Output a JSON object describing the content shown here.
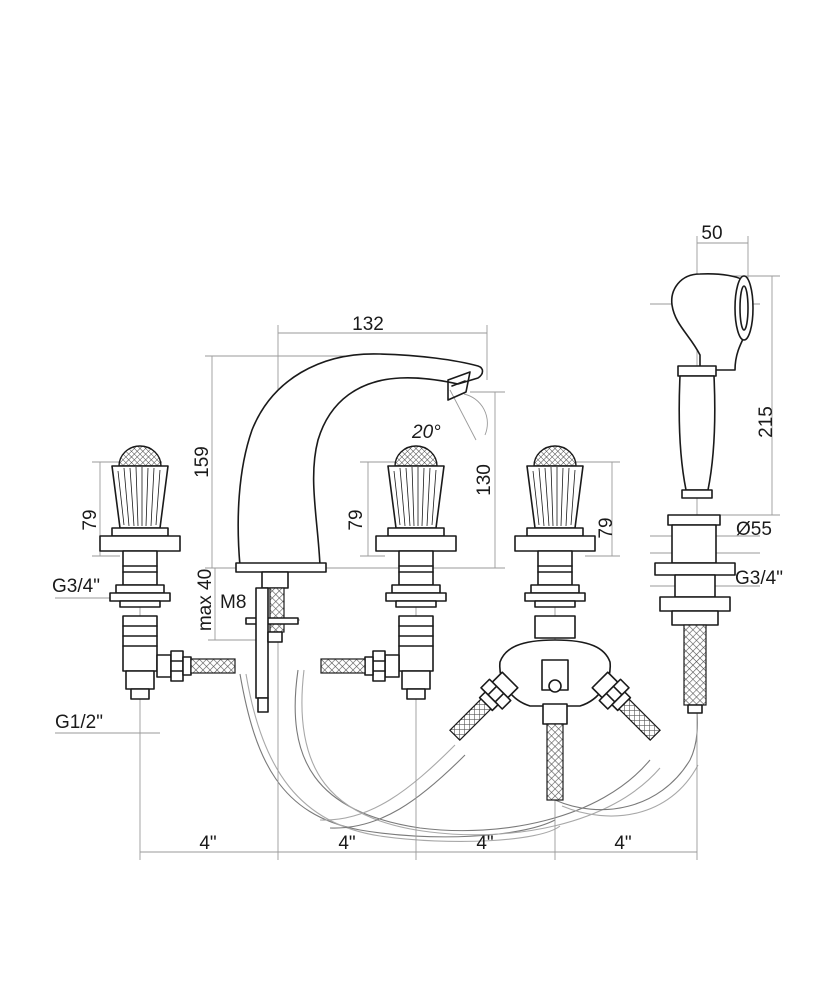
{
  "dimensions": {
    "spout_reach": "132",
    "spout_height": "159",
    "outlet_height": "130",
    "spout_angle": "20°",
    "handle_height_left": "79",
    "handle_height_center": "79",
    "handle_height_right": "79",
    "max_deck": "max 40",
    "spout_thread": "M8",
    "left_thread": "G3/4\"",
    "inlet_thread": "G1/2\"",
    "handshower_width": "50",
    "handshower_length": "215",
    "handshower_diameter": "Ø55",
    "handshower_thread": "G3/4\"",
    "spacing_1": "4\"",
    "spacing_2": "4\"",
    "spacing_3": "4\"",
    "spacing_4": "4\""
  }
}
